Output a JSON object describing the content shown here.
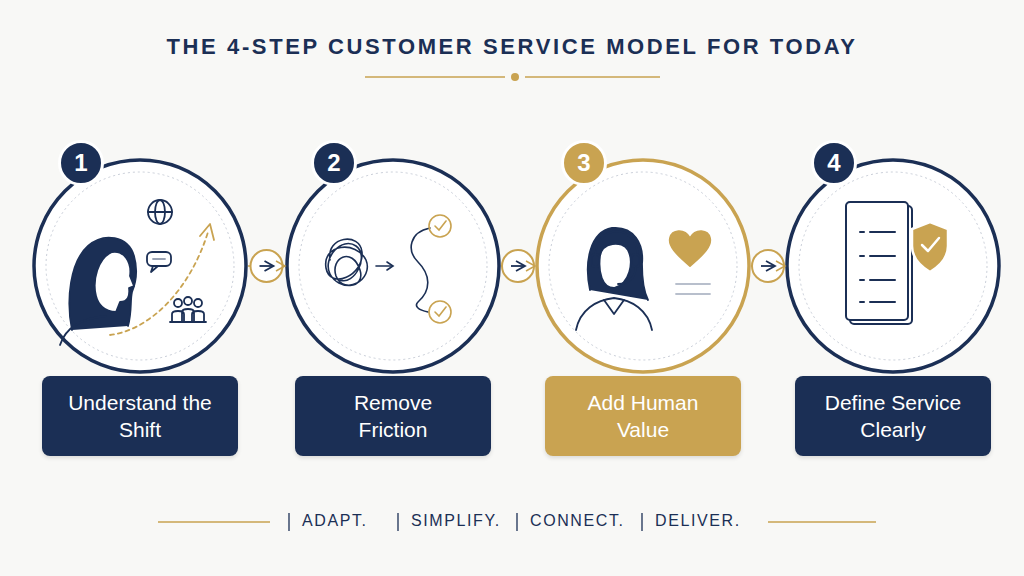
{
  "diagram": {
    "title": "THE 4-STEP CUSTOMER SERVICE MODEL FOR TODAY",
    "nodes": [
      {
        "text": [
          "1",
          "Understand the Shift"
        ]
      },
      {
        "text": [
          "2",
          "Remove Friction"
        ]
      },
      {
        "text": [
          "3",
          "Add Human Value"
        ]
      },
      {
        "text": [
          "4",
          "Define Service Clearly"
        ]
      }
    ],
    "edges": [
      {
        "from": 0,
        "to": 1,
        "arrow": "to"
      },
      {
        "from": 1,
        "to": 2,
        "arrow": "to"
      },
      {
        "from": 2,
        "to": 3,
        "arrow": "to"
      }
    ],
    "labels": [
      "ADAPT.",
      "SIMPLIFY.",
      "CONNECT.",
      "DELIVER."
    ]
  }
}
